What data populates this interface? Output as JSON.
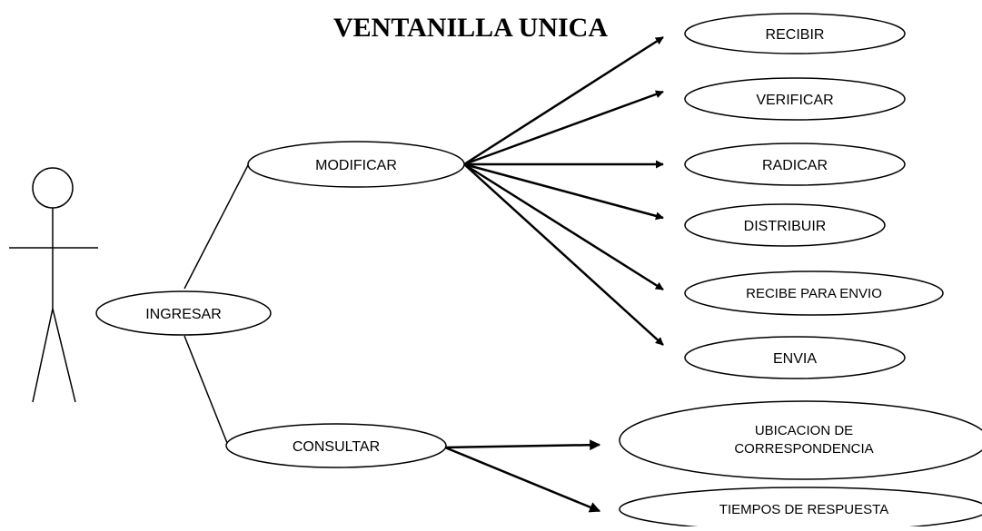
{
  "title": "VENTANILLA UNICA",
  "use_cases": {
    "ingresar": "INGRESAR",
    "modificar": "MODIFICAR",
    "consultar": "CONSULTAR",
    "recibir": "RECIBIR",
    "verificar": "VERIFICAR",
    "radicar": "RADICAR",
    "distribuir": "DISTRIBUIR",
    "recibe_para_envio": "RECIBE PARA ENVIO",
    "envia": "ENVIA",
    "ubicacion_line1": "UBICACION DE",
    "ubicacion_line2": "CORRESPONDENCIA",
    "tiempos_respuesta": "TIEMPOS DE RESPUESTA"
  },
  "colors": {
    "stroke": "#000000",
    "background": "#ffffff"
  }
}
